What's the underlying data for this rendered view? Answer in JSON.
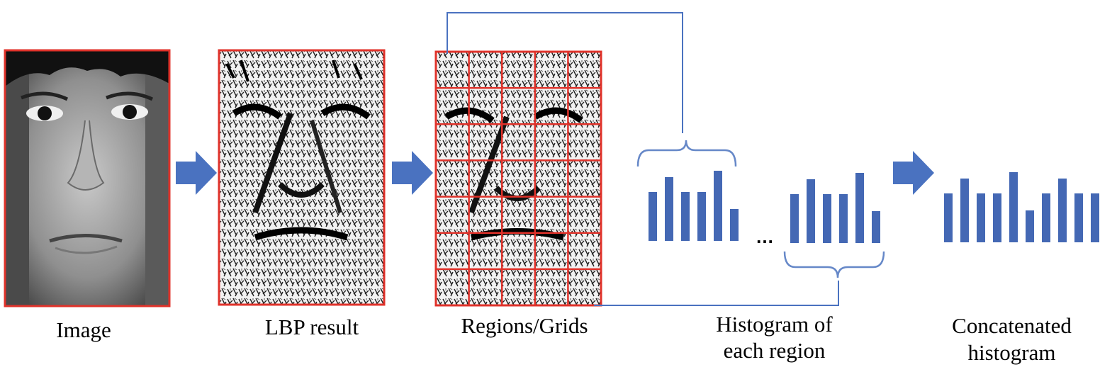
{
  "captions": {
    "image": "Image",
    "lbp": "LBP result",
    "grids": "Regions/Grids",
    "histogram_line1": "Histogram of",
    "histogram_line2": "each region",
    "concatenated_line1": "Concatenated",
    "concatenated_line2": "histogram"
  },
  "ellipsis": "…",
  "grid": {
    "rows": 7,
    "cols": 5
  },
  "histograms": {
    "region_1": [
      0.46,
      0.6,
      0.46,
      0.46,
      0.66,
      0.3
    ],
    "region_2": [
      0.46,
      0.6,
      0.46,
      0.46,
      0.66,
      0.3
    ],
    "concatenated": [
      0.46,
      0.6,
      0.46,
      0.46,
      0.66,
      0.3,
      0.46,
      0.6,
      0.46,
      0.46
    ]
  },
  "colors": {
    "frame": "#e0322a",
    "arrow": "#4a72c0",
    "bar": "#4468b4",
    "bracket": "#6688c8",
    "background": "#ffffff"
  }
}
